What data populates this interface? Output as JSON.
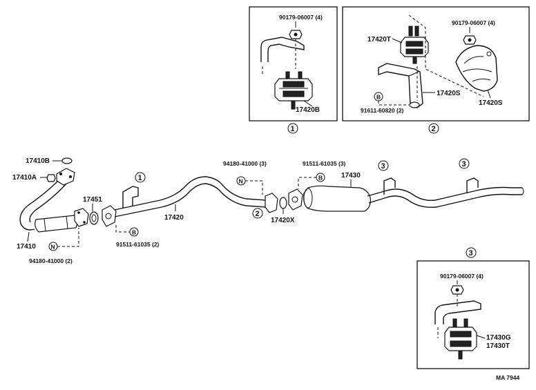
{
  "panel1": {
    "nut_label": "90179-06007 (4)",
    "mount_label": "17420B",
    "callout": "1"
  },
  "panel2": {
    "nut_label": "90179-06007 (4)",
    "mount_top_label": "17420T",
    "bracket_label": "17420S",
    "heat_shield_label": "17420S",
    "bolt_code": "B",
    "bolt_label": "91611-60820 (2)",
    "callout": "2"
  },
  "panel3": {
    "callout_top": "3",
    "nut_label": "90179-06007 (4)",
    "mount_label_g": "17430G",
    "mount_label_t": "17430T"
  },
  "main": {
    "gasket_17410B": "17410B",
    "nut_17410A": "17410A",
    "pipe_17410": "17410",
    "nut_code_left": "N",
    "nut_label_left": "94180-41000 (2)",
    "gasket_17451": "17451",
    "bolt_code_left": "B",
    "bolt_label_left": "91511-61035 (2)",
    "callout_1": "1",
    "pipe_17420": "17420",
    "nut_code_mid": "N",
    "nut_label_mid": "94180-41000 (3)",
    "callout_2": "2",
    "gasket_17420X": "17420X",
    "bolt_code_mid": "B",
    "bolt_label_mid": "91511-61035 (3)",
    "muffler_17430": "17430",
    "callout_3a": "3",
    "callout_3b": "3"
  },
  "footer": {
    "ref": "MA 7944"
  }
}
